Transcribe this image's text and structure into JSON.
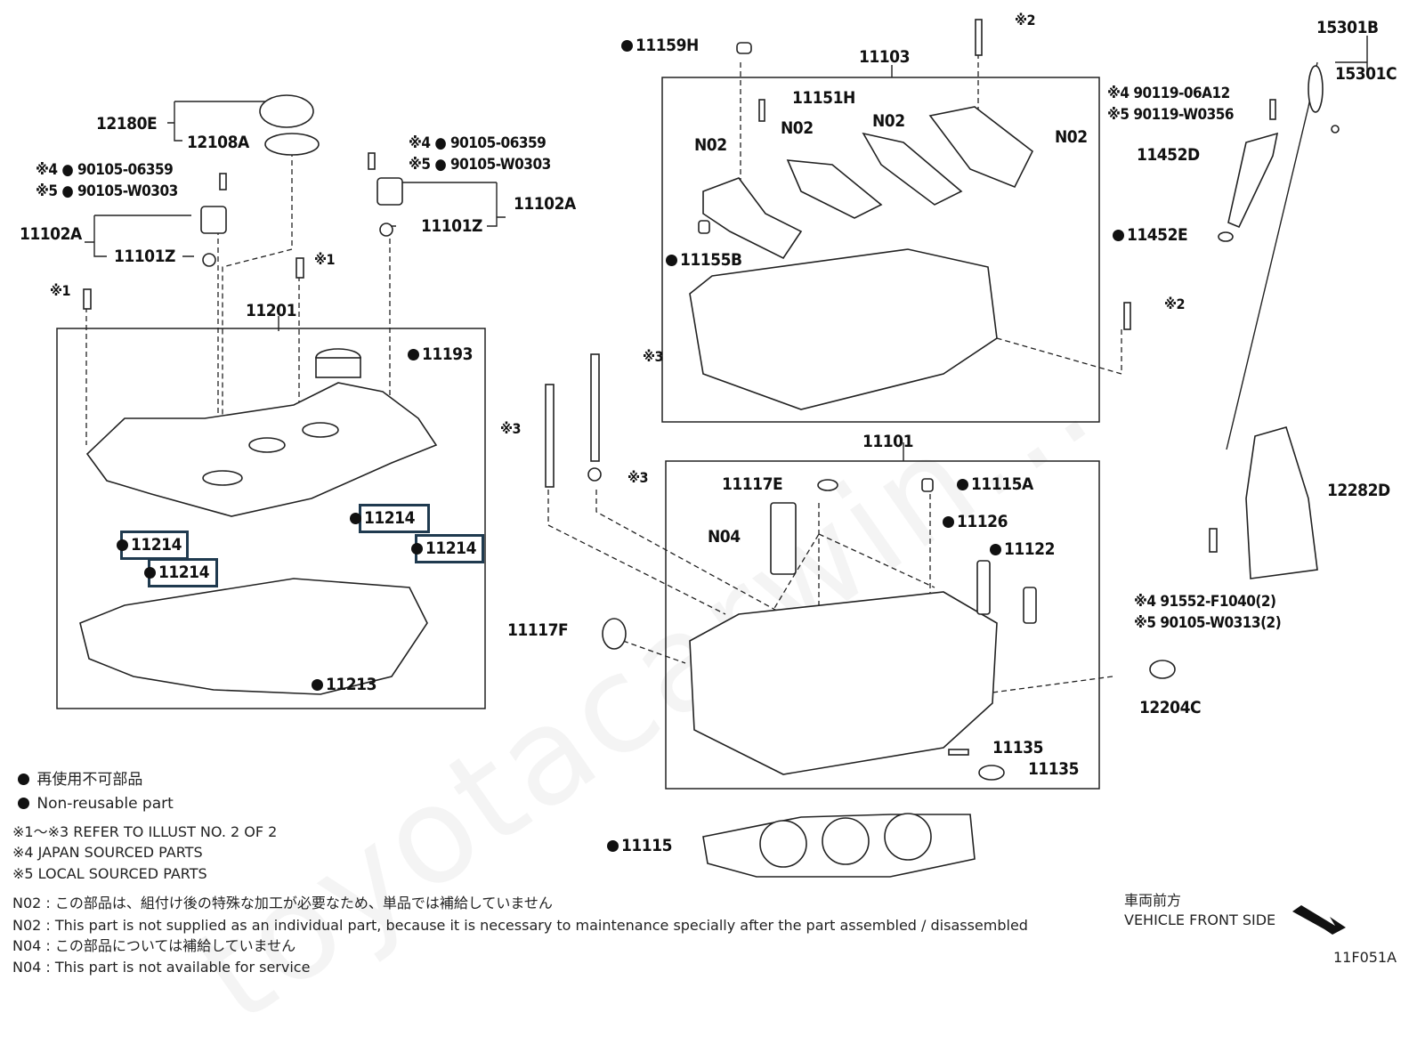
{
  "labels": {
    "c12180E": "12180E",
    "c12108A": "12108A",
    "c90105_06359_l": "※4 ● 90105-06359",
    "c90105_W0303_l": "※5 ● 90105-W0303",
    "c11102A_l": "11102A",
    "c11101Z_l": "11101Z",
    "c11201": "11201",
    "c11193": "11193",
    "c11214_a": "11214",
    "c11214_b": "11214",
    "c11214_c": "11214",
    "c11214_d": "11214",
    "c11213": "11213",
    "c90105_06359_m": "※4 ● 90105-06359",
    "c90105_W0303_m": "※5 ● 90105-W0303",
    "c11102A_m": "11102A",
    "c11101Z_m": "11101Z",
    "ref1_a": "※1",
    "ref1_b": "※1",
    "c11159H": "11159H",
    "c11103": "11103",
    "c11151H": "11151H",
    "n02_a": "N02",
    "n02_b": "N02",
    "n02_c": "N02",
    "n02_d": "N02",
    "c11155B": "11155B",
    "ref2_a": "※2",
    "ref2_b": "※2",
    "ref3_a": "※3",
    "ref3_b": "※3",
    "ref3_c": "※3",
    "c11101": "11101",
    "c11117E": "11117E",
    "c11115A": "11115A",
    "n04": "N04",
    "c11126": "11126",
    "c11122": "11122",
    "c11117F": "11117F",
    "c11135_a": "11135",
    "c11135_b": "11135",
    "c11115": "11115",
    "c15301B": "15301B",
    "c15301C": "15301C",
    "c90119_06A12": "※4 90119-06A12",
    "c90119_W0356": "※5 90119-W0356",
    "c11452D": "11452D",
    "c11452E": "11452E",
    "c12282D": "12282D",
    "c91552": "※4 91552-F1040(2)",
    "c90105_W0313": "※5 90105-W0313(2)",
    "c12204C": "12204C"
  },
  "legend": {
    "jp_nonreusable": "再使用不可部品",
    "en_nonreusable": "Non-reusable part",
    "ref_note": "※1～※3  REFER TO ILLUST NO. 2 OF 2",
    "japan_sourced": "※4 JAPAN SOURCED PARTS",
    "local_sourced": "※5 LOCAL SOURCED PARTS"
  },
  "notes": {
    "n02_jp": "N02 : この部品は、組付け後の特殊な加工が必要なため、単品では補給していません",
    "n02_en": "N02 : This part is not supplied as an individual part, because it is necessary to maintenance specially after the part assembled / disassembled",
    "n04_jp": "N04 : この部品については補給していません",
    "n04_en": "N04 : This part is not available for service"
  },
  "front": {
    "jp": "車両前方",
    "en": "VEHICLE FRONT SIDE"
  },
  "illustration_id": "11F051A",
  "watermark": "toyotacarwin...",
  "colors": {
    "highlight": "#1f3a4f",
    "ink": "#111111"
  }
}
